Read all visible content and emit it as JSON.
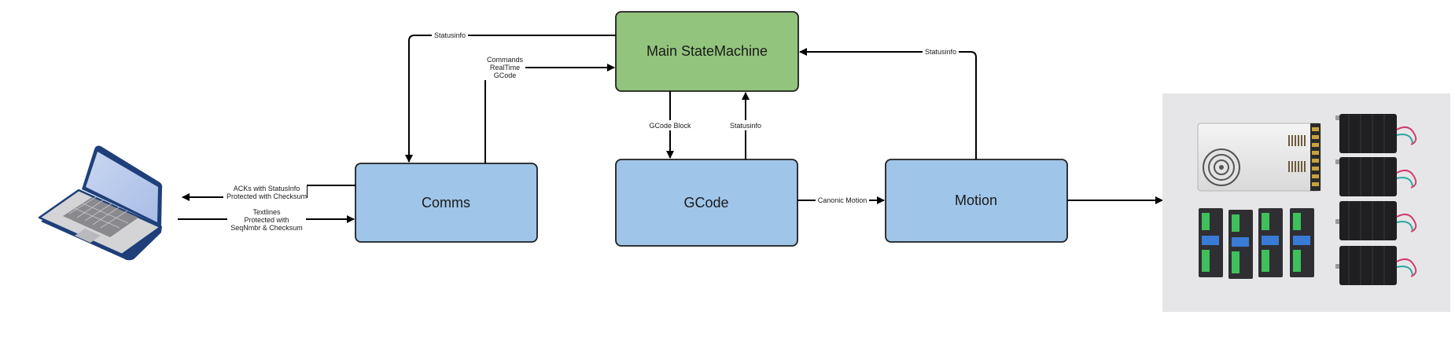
{
  "nodes": {
    "main_statemachine": "Main StateMachine",
    "comms": "Comms",
    "gcode": "GCode",
    "motion": "Motion"
  },
  "edges": {
    "statusinfo_main_to_comms": "Statusinfo",
    "commands_line1": "Commands",
    "commands_line2": "RealTime",
    "commands_line3": "GCode",
    "gcode_block": "GCode Block",
    "statusinfo_gcode_to_main": "Statusinfo",
    "statusinfo_motion_to_main": "Statusinfo",
    "canonic_motion": "Canonic Motion",
    "ack_line1": "ACKs with StatusInfo",
    "ack_line2": "Protected with Checksum",
    "textlines_line1": "Textlines",
    "textlines_line2": "Protected with",
    "textlines_line3": "SeqNmbr & Checksum"
  },
  "colors": {
    "main_fill": "#93c47d",
    "box_fill": "#9fc5e8",
    "stroke": "#1f1f1f",
    "photo_bg": "#e6e6e8"
  },
  "icons": {
    "laptop": "laptop-icon",
    "hardware": "hardware-photo"
  }
}
